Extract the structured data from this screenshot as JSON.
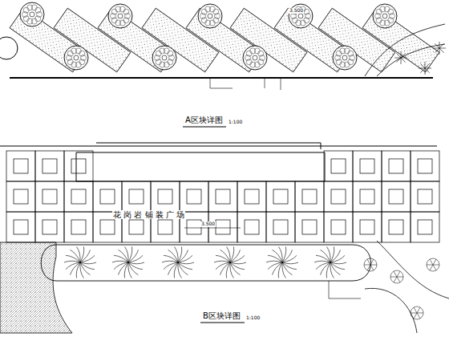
{
  "diagram": {
    "labels": [
      "A区块详图",
      "1:100",
      "3.500",
      "B区块详图",
      "1:100",
      "花 岗 岩 铺 装 广 场",
      "3.500"
    ]
  }
}
